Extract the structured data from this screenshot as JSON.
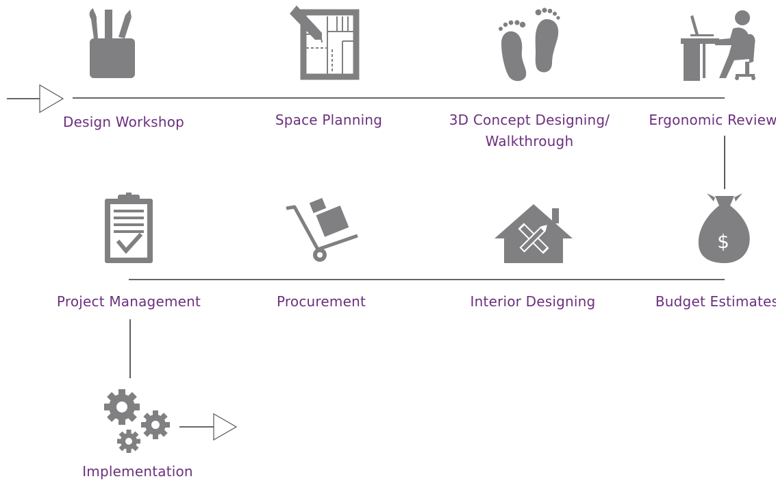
{
  "colors": {
    "icon": "#808082",
    "label": "#6b2f7e",
    "line": "#333333",
    "background": "#ffffff"
  },
  "steps": [
    {
      "label": "Design Workshop",
      "icon": "pencil-cup-icon"
    },
    {
      "label": "Space Planning",
      "icon": "floor-plan-icon"
    },
    {
      "label": "3D Concept  Designing/",
      "label2": "Walkthrough",
      "icon": "footprints-icon"
    },
    {
      "label": "Ergonomic Review",
      "icon": "desk-worker-icon"
    },
    {
      "label": "Budget Estimates",
      "icon": "money-bag-icon"
    },
    {
      "label": "Interior Designing",
      "icon": "house-tools-icon"
    },
    {
      "label": "Procurement",
      "icon": "hand-truck-icon"
    },
    {
      "label": "Project Management",
      "icon": "clipboard-check-icon"
    },
    {
      "label": "Implementation",
      "icon": "gears-icon"
    }
  ]
}
